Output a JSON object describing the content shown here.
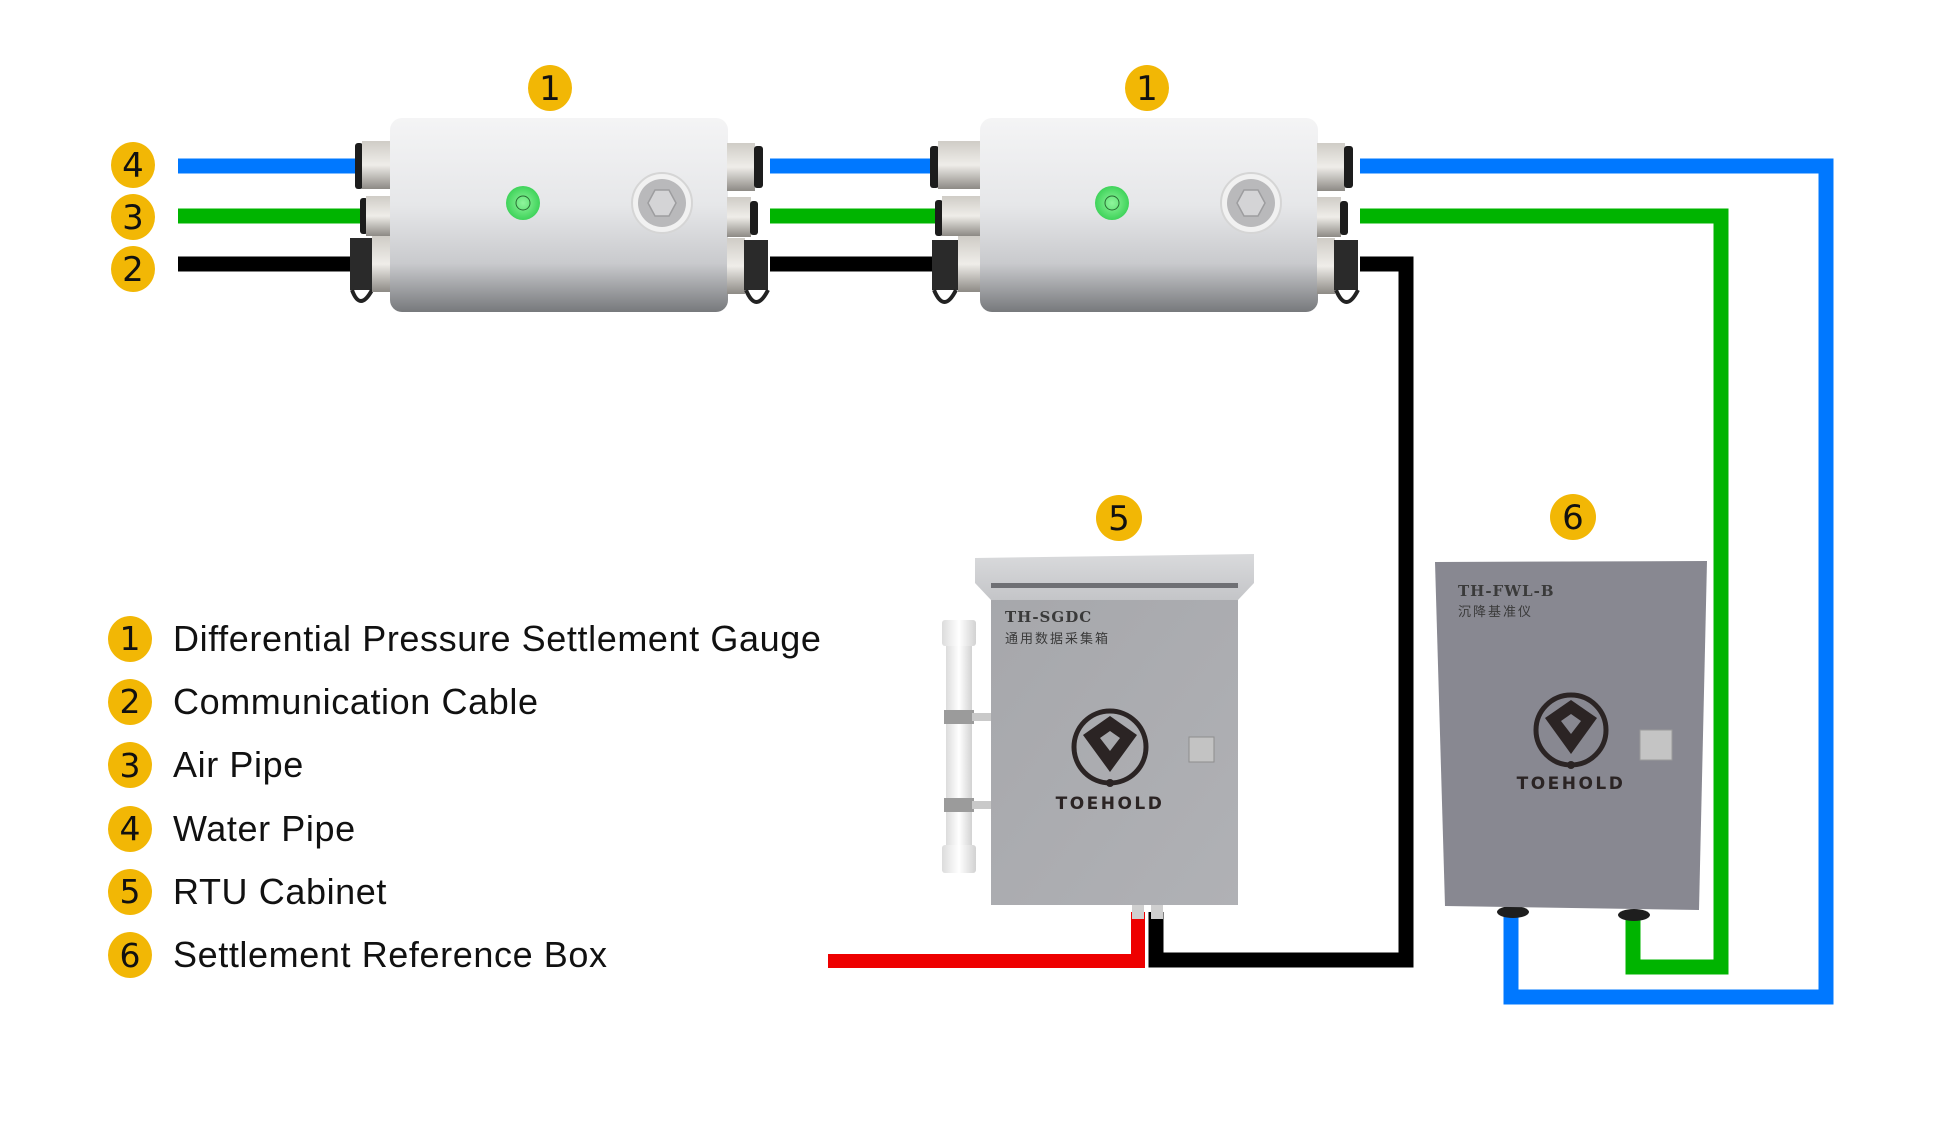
{
  "colors": {
    "badge": "#F2B705",
    "water_pipe": "#0078FF",
    "air_pipe": "#00B400",
    "comm_cable": "#000000",
    "power_cable": "#EE0000",
    "cabinet": "#A8A9AD",
    "reference_box": "#888891",
    "led": "#55E06A"
  },
  "pipe_labels": [
    {
      "number": "4",
      "pipe": "water"
    },
    {
      "number": "3",
      "pipe": "air"
    },
    {
      "number": "2",
      "pipe": "communication"
    }
  ],
  "gauges": [
    {
      "badge": "1",
      "status_led": "green-led-icon"
    },
    {
      "badge": "1",
      "status_led": "green-led-icon"
    }
  ],
  "rtu_cabinet": {
    "badge": "5",
    "model": "TH-SGDC",
    "chinese_label": "通用数据采集箱",
    "brand": "TOEHOLD"
  },
  "reference_box": {
    "badge": "6",
    "model": "TH-FWL-B",
    "chinese_label": "沉降基准仪",
    "brand": "TOEHOLD"
  },
  "legend": [
    {
      "number": "1",
      "label": "Differential Pressure Settlement Gauge"
    },
    {
      "number": "2",
      "label": "Communication Cable"
    },
    {
      "number": "3",
      "label": "Air Pipe"
    },
    {
      "number": "4",
      "label": "Water Pipe"
    },
    {
      "number": "5",
      "label": "RTU Cabinet"
    },
    {
      "number": "6",
      "label": "Settlement Reference Box"
    }
  ]
}
